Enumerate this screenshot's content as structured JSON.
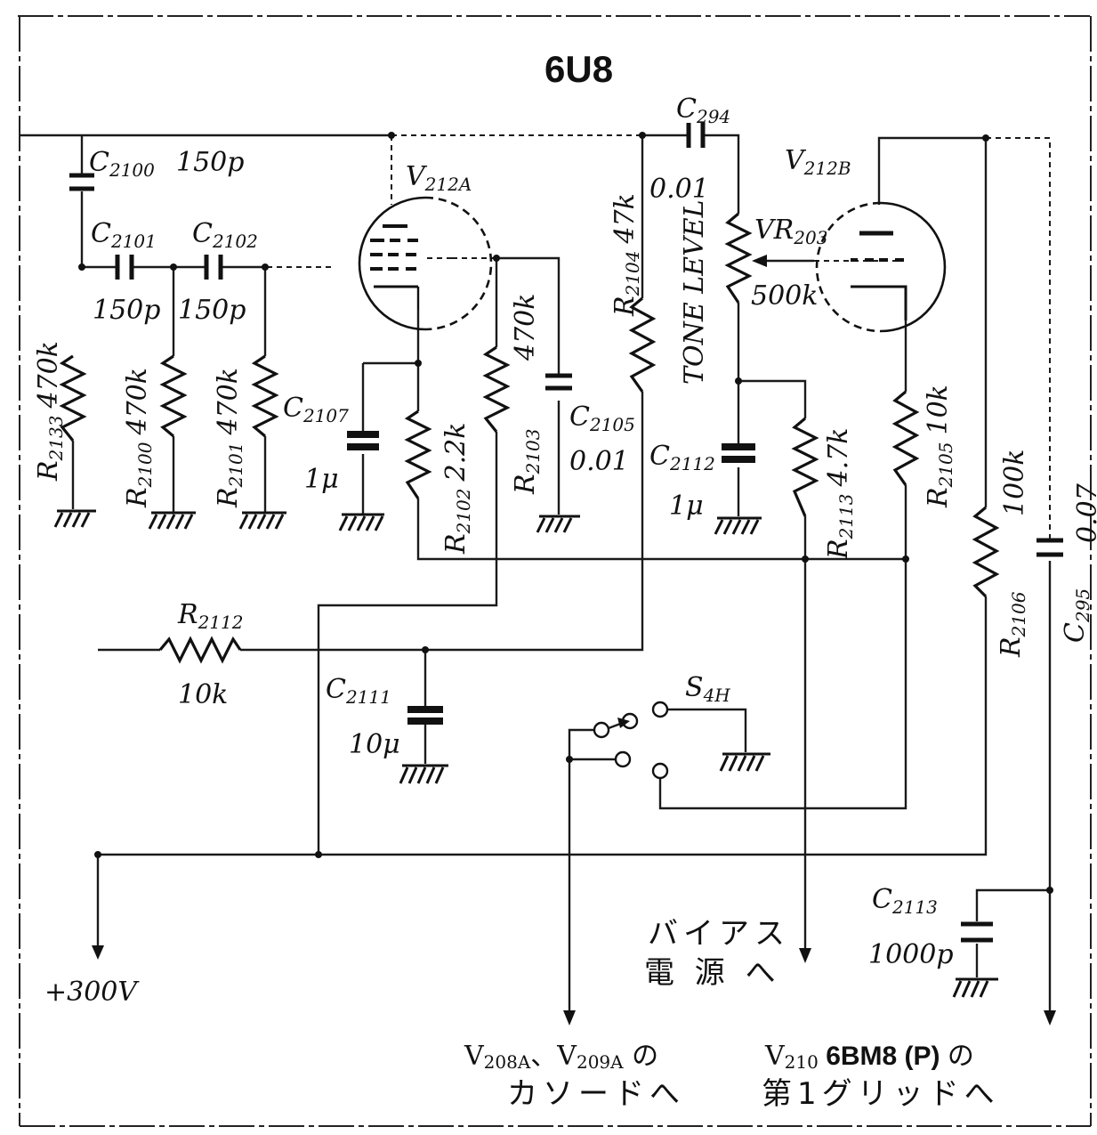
{
  "tube": "6U8",
  "components": {
    "C294": {
      "ref": "C",
      "sub": "294",
      "value": "0.01"
    },
    "C2100": {
      "ref": "C",
      "sub": "2100",
      "value": "150p"
    },
    "C2101": {
      "ref": "C",
      "sub": "2101",
      "value": "150p"
    },
    "C2102": {
      "ref": "C",
      "sub": "2102",
      "value": "150p"
    },
    "V212A": {
      "ref": "V",
      "sub": "212A"
    },
    "V212B": {
      "ref": "V",
      "sub": "212B"
    },
    "R2104": {
      "ref": "R",
      "sub": "2104",
      "value": "47k"
    },
    "VR203": {
      "ref": "VR",
      "sub": "203",
      "value": "500k",
      "name": "TONE LEVEL"
    },
    "R2133": {
      "ref": "R",
      "sub": "2133",
      "value": "470k"
    },
    "R2100": {
      "ref": "R",
      "sub": "2100",
      "value": "470k"
    },
    "R2101": {
      "ref": "R",
      "sub": "2101",
      "value": "470k"
    },
    "C2107": {
      "ref": "C",
      "sub": "2107",
      "value": "1μ"
    },
    "R2102": {
      "ref": "R",
      "sub": "2102",
      "value": "2.2k"
    },
    "R2103": {
      "ref": "R",
      "sub": "2103",
      "value": "470k"
    },
    "C2105": {
      "ref": "C",
      "sub": "2105",
      "value": "0.01"
    },
    "C2112": {
      "ref": "C",
      "sub": "2112",
      "value": "1μ"
    },
    "R2113": {
      "ref": "R",
      "sub": "2113",
      "value": "4.7k"
    },
    "R2105": {
      "ref": "R",
      "sub": "2105",
      "value": "10k"
    },
    "R2106": {
      "ref": "R",
      "sub": "2106",
      "value": "100k"
    },
    "C295": {
      "ref": "C",
      "sub": "295",
      "value": "0.07"
    },
    "R2112": {
      "ref": "R",
      "sub": "2112",
      "value": "10k"
    },
    "C2111": {
      "ref": "C",
      "sub": "2111",
      "value": "10μ"
    },
    "S4H": {
      "ref": "S",
      "sub": "4H"
    },
    "C2113": {
      "ref": "C",
      "sub": "2113",
      "value": "1000p"
    }
  },
  "supply": "+300V",
  "destinations": {
    "bias_line1": "バイアス",
    "bias_line2": "電 源 へ",
    "cathode_v1": "V",
    "cathode_s1": "208A",
    "cathode_sep": "、",
    "cathode_v2": "V",
    "cathode_s2": "209A",
    "cathode_no": " の",
    "cathode_line2": "カソードへ",
    "grid_v": "V",
    "grid_s": "210",
    "grid_tube": " 6BM8 (P) ",
    "grid_no": "の",
    "grid_line2": "第1グリッドへ"
  }
}
